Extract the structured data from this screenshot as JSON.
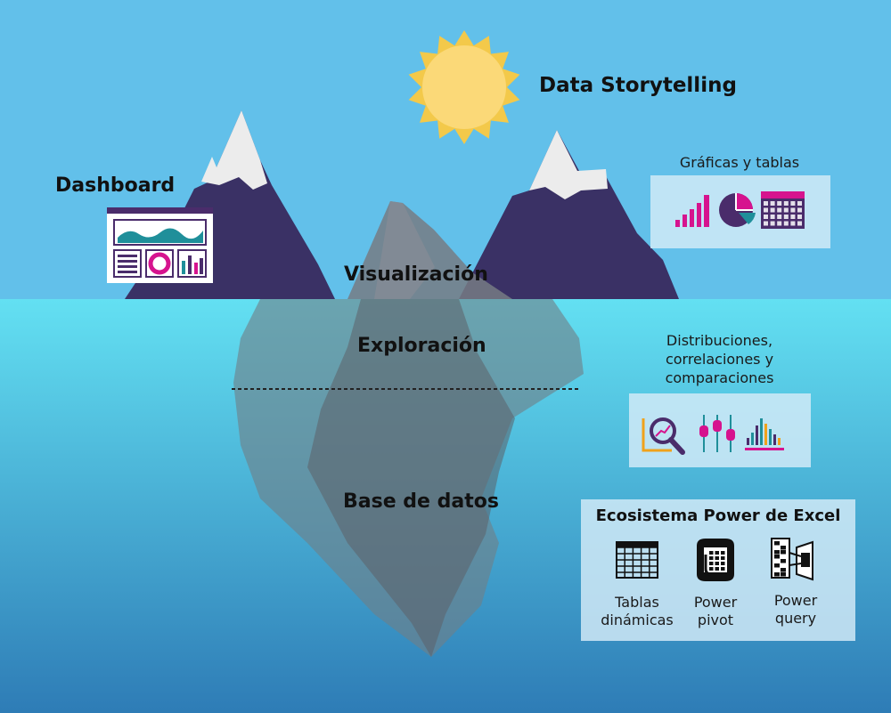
{
  "title": "Data Storytelling",
  "labels": {
    "dashboard": "Dashboard",
    "visualizacion": "Visualización",
    "exploracion": "Exploración",
    "base_datos": "Base de datos"
  },
  "charts_panel": {
    "caption": "Gráficas y tablas",
    "icons": [
      "bar-chart-icon",
      "pie-chart-icon",
      "data-table-icon"
    ]
  },
  "exploration_panel": {
    "caption_lines": [
      "Distribuciones,",
      "correlaciones y",
      "comparaciones"
    ],
    "icons": [
      "magnifier-chart-icon",
      "sliders-icon",
      "histogram-icon"
    ]
  },
  "power_panel": {
    "title": "Ecosistema Power de Excel",
    "items": [
      {
        "icon": "pivot-table-icon",
        "lines": [
          "Tablas",
          "dinámicas"
        ]
      },
      {
        "icon": "power-pivot-icon",
        "lines": [
          "Power",
          "pivot"
        ]
      },
      {
        "icon": "power-query-icon",
        "lines": [
          "Power",
          "query"
        ]
      }
    ]
  },
  "colors": {
    "sky": "#62c0ea",
    "sea_top": "#63e0f2",
    "sea_bottom": "#2f7fb9",
    "mountain": "#3a3165",
    "snow": "#ececec",
    "sun_outer": "#f3c94a",
    "sun_inner": "#fbd978",
    "magenta": "#d6138e",
    "teal": "#1f8f9a",
    "purple": "#4a2c6b",
    "orange": "#f0a21b"
  }
}
